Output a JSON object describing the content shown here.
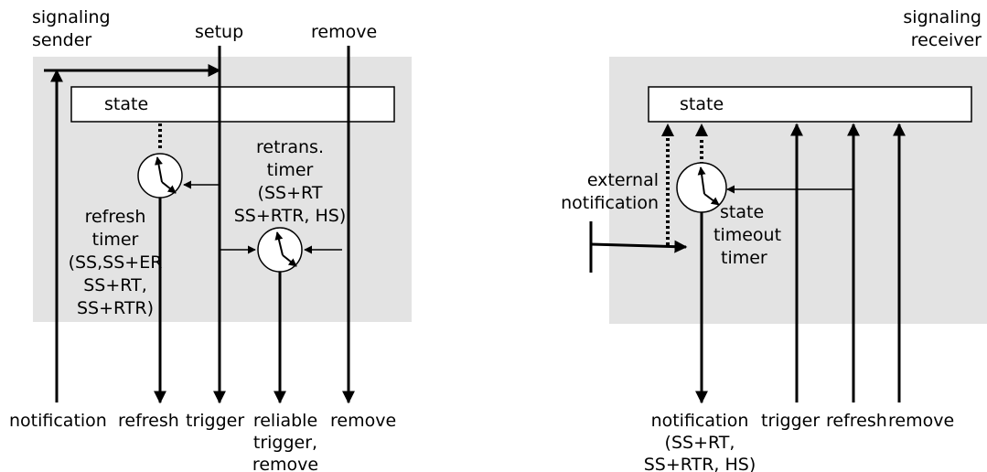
{
  "sender": {
    "title_line1": "signaling",
    "title_line2": "sender",
    "setup": "setup",
    "remove_top": "remove",
    "state": "state",
    "retrans_timer": [
      "retrans.",
      "timer",
      "(SS+RT",
      "SS+RTR, HS)"
    ],
    "refresh_timer": [
      "refresh",
      "timer",
      "(SS,SS+ER",
      "SS+RT,",
      "SS+RTR)"
    ],
    "bottom_notification": "notification",
    "bottom_refresh": "refresh",
    "bottom_trigger": "trigger",
    "bottom_reliable": [
      "reliable",
      "trigger,",
      "remove"
    ],
    "bottom_remove": "remove"
  },
  "receiver": {
    "title_line1": "signaling",
    "title_line2": "receiver",
    "state": "state",
    "external_notification": [
      "external",
      "notification"
    ],
    "state_timeout_timer": [
      "state",
      "timeout",
      "timer"
    ],
    "bottom_notification": [
      "notification",
      "(SS+RT,",
      "SS+RTR, HS)"
    ],
    "bottom_trigger": "trigger",
    "bottom_refresh": "refresh",
    "bottom_remove": "remove"
  },
  "colors": {
    "panel": "#e3e3e3",
    "line": "#000000",
    "background": "#ffffff"
  }
}
